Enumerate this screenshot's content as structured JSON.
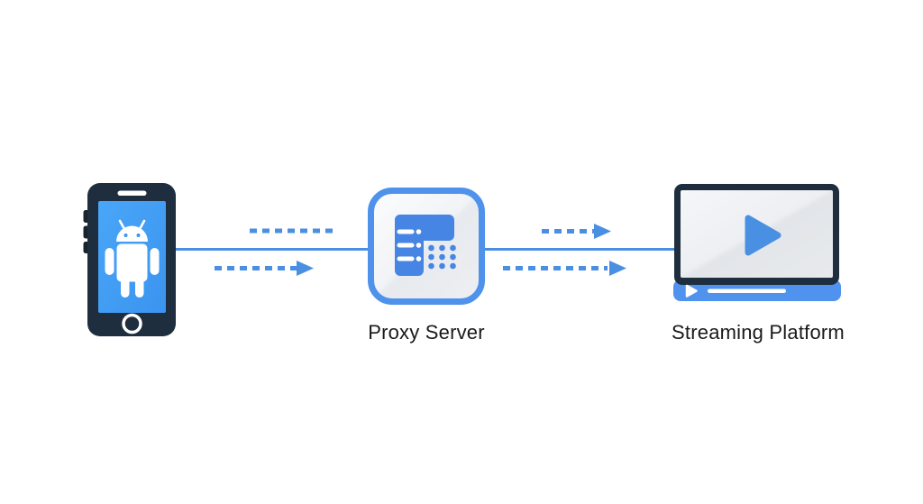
{
  "diagram_type": "flow-diagram",
  "nodes": [
    {
      "id": "android-client",
      "icon": "android-phone-icon",
      "label": ""
    },
    {
      "id": "proxy-server",
      "icon": "proxy-server-icon",
      "label": "Proxy Server"
    },
    {
      "id": "streaming-platform",
      "icon": "video-player-icon",
      "label": "Streaming Platform"
    }
  ],
  "connections": [
    {
      "from": "android-client",
      "to": "proxy-server",
      "style": "solid-line"
    },
    {
      "from": "android-client",
      "to": "proxy-server",
      "style": "dashed-line",
      "position": "above"
    },
    {
      "from": "android-client",
      "to": "proxy-server",
      "style": "dashed-arrow",
      "direction": "right",
      "position": "below"
    },
    {
      "from": "proxy-server",
      "to": "streaming-platform",
      "style": "solid-line"
    },
    {
      "from": "proxy-server",
      "to": "streaming-platform",
      "style": "dashed-arrow",
      "direction": "right",
      "position": "above"
    },
    {
      "from": "proxy-server",
      "to": "streaming-platform",
      "style": "dashed-arrow",
      "direction": "right",
      "position": "below"
    }
  ],
  "colors": {
    "canvas-bg": "#ffffff",
    "line-blue": "#4a8fe2",
    "accent-blue": "#4e92ec",
    "icon-blue": "#4685e4",
    "dark-navy": "#1f2e3f",
    "screen-blue": "#41a0f6",
    "bar-blue": "#4f93ef",
    "play-blue": "#4a90e2",
    "label-color": "#191919"
  }
}
